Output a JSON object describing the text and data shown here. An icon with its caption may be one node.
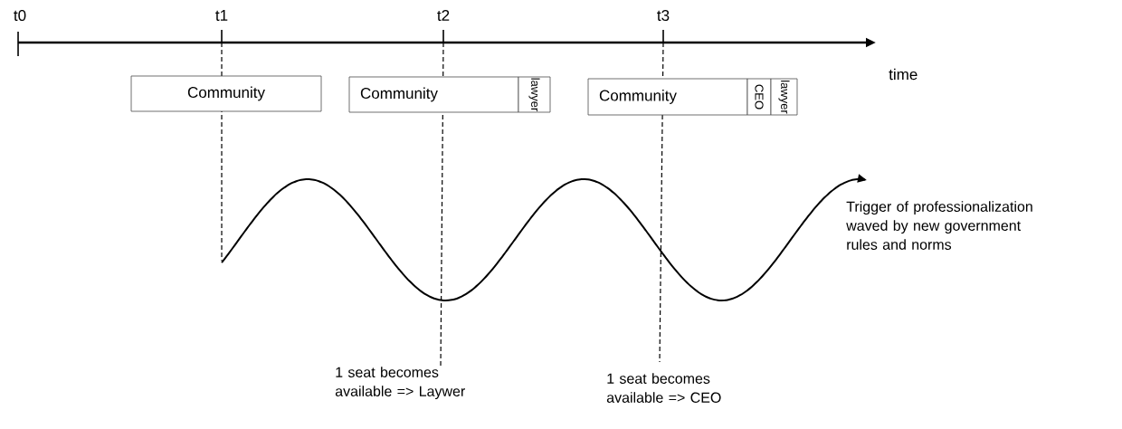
{
  "diagram": {
    "nodes": [
      {
        "text": [
          "Community"
        ]
      },
      {
        "text": [
          "Community"
        ]
      },
      {
        "text": [
          "lawyer"
        ]
      },
      {
        "text": [
          "Community"
        ]
      },
      {
        "text": [
          "CEO"
        ]
      },
      {
        "text": [
          "lawyer"
        ]
      }
    ],
    "labels": [
      "t0",
      "t1",
      "t2",
      "t3",
      "time",
      "Trigger of professionalization waved by new government rules and norms",
      "1 seat becomes available => Laywer",
      "1 seat becomes available => CEO"
    ]
  }
}
